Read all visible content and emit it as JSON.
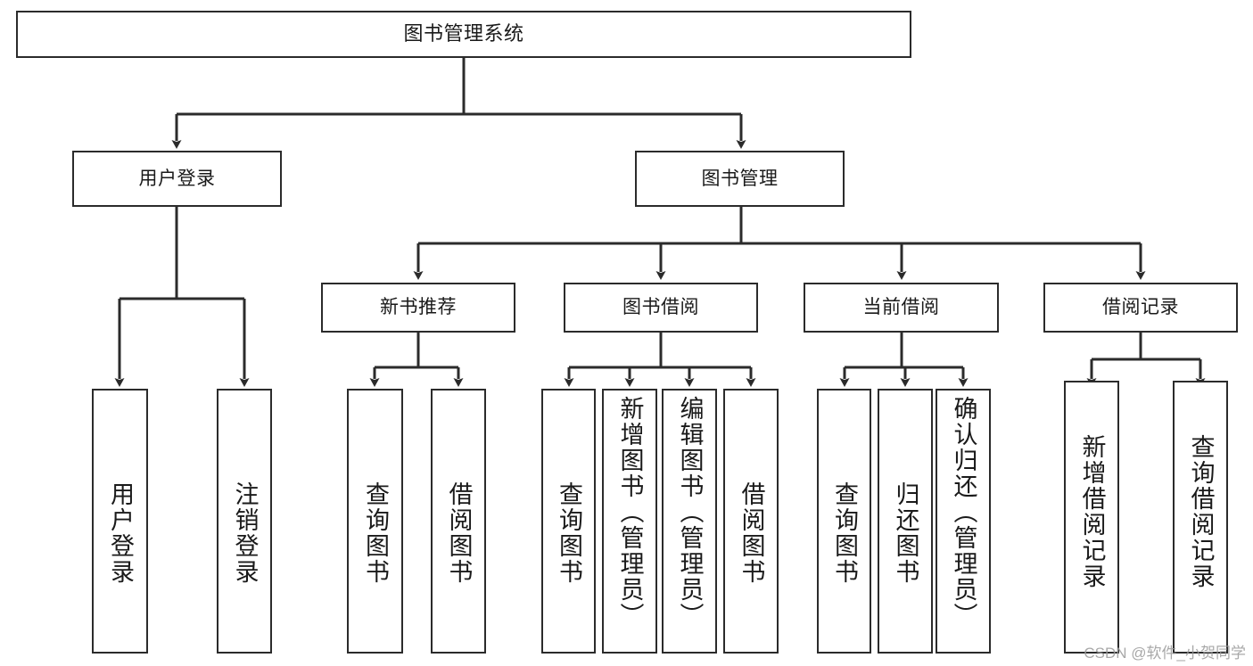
{
  "diagram": {
    "type": "tree",
    "title": "图书管理系统",
    "colors": {
      "box_border": "#2b2b2b",
      "box_fill": "#ffffff",
      "connector": "#2b2b2b",
      "text": "#1a1a1a",
      "watermark": "#9a9a9a"
    },
    "nodes": {
      "root": "图书管理系统",
      "level2": [
        "用户登录",
        "图书管理"
      ],
      "level3": [
        "新书推荐",
        "图书借阅",
        "当前借阅",
        "借阅记录"
      ],
      "leaves": {
        "user_login": [
          "用户登录",
          "注销登录"
        ],
        "new_book": [
          "查询图书",
          "借阅图书"
        ],
        "book_borrow": [
          "查询图书",
          "新增图书（管理员）",
          "编辑图书（管理员）",
          "借阅图书"
        ],
        "current_borrow": [
          "查询图书",
          "归还图书",
          "确认归还（管理员）"
        ],
        "borrow_record": [
          "新增借阅记录",
          "查询借阅记录"
        ]
      }
    }
  },
  "watermark": {
    "text": "CSDN @软件_小贺同学"
  }
}
